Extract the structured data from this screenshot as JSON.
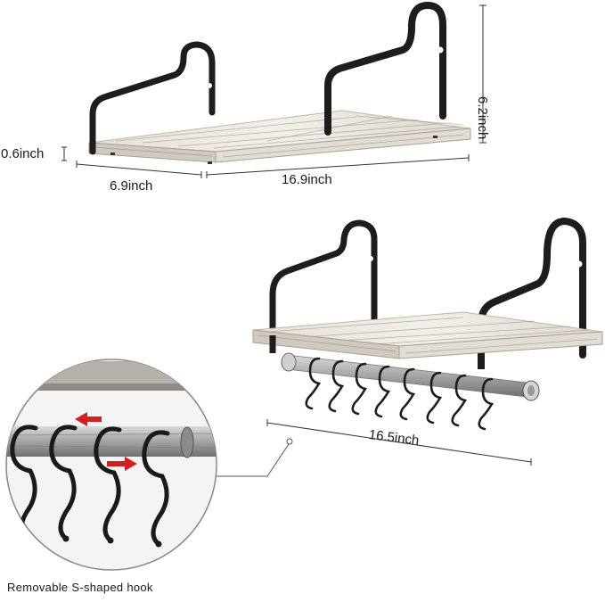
{
  "dimensions": {
    "depth": "6.9inch",
    "length_top": "16.9inch",
    "height": "6.2inch",
    "thickness": "0.6inch",
    "rod_length": "16.5inch"
  },
  "caption": "Removable S-shaped hook",
  "colors": {
    "board_white": "#ece9e3",
    "board_grain": "#8a7f72",
    "bracket_black": "#1d1d1d",
    "rod_grey": "#9a9a9a",
    "arrow_red": "#d42020",
    "dimension_line": "#333333"
  },
  "icons": {
    "arrow_left": "red-arrow-left-icon",
    "arrow_right": "red-arrow-right-icon"
  }
}
